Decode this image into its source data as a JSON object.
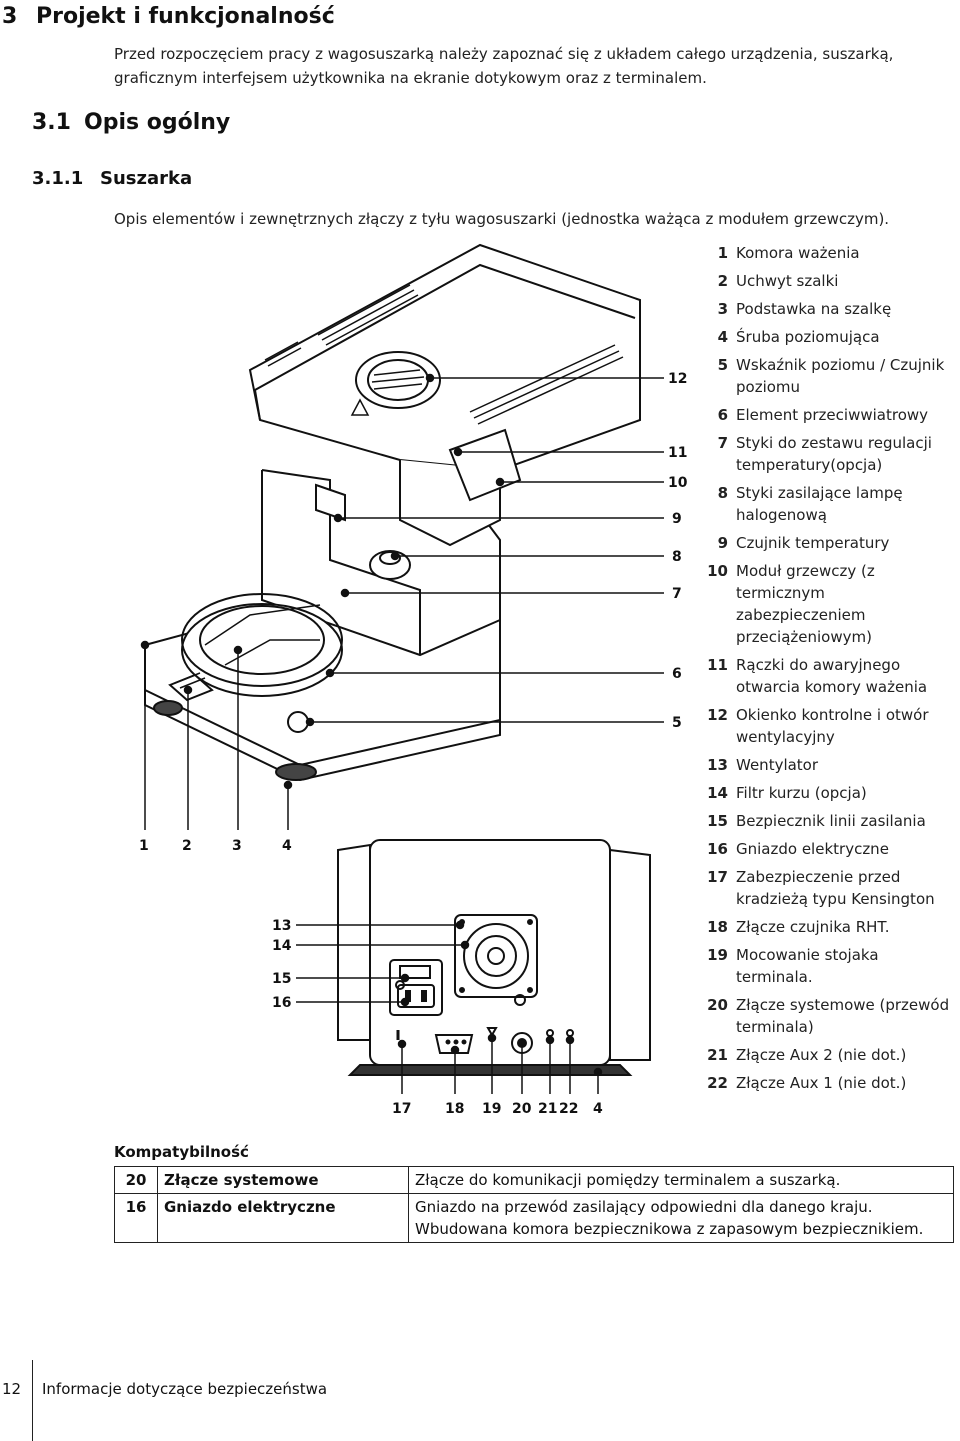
{
  "heading1": {
    "number": "3",
    "title": "Projekt i funkcjonalność"
  },
  "intro": "Przed rozpoczęciem pracy z wagosuszarką należy zapoznać się z układem całego urządzenia, suszarką, graficznym interfejsem użytkownika na ekranie dotykowym oraz z terminalem.",
  "heading2": {
    "number": "3.1",
    "title": "Opis ogólny"
  },
  "heading3": {
    "number": "3.1.1",
    "title": "Suszarka"
  },
  "subintro": "Opis elementów i zewnętrznych złączy z tyłu wagosuszarki (jednostka ważąca z modułem grzewczym).",
  "figure_callouts": {
    "front_left": [
      "1",
      "2",
      "3",
      "4"
    ],
    "front_right": [
      "12",
      "11",
      "10",
      "9",
      "8",
      "7",
      "6",
      "5"
    ],
    "back_left": [
      "13",
      "14",
      "15",
      "16"
    ],
    "back_bottom": [
      "17",
      "18",
      "19",
      "20",
      "21",
      "22",
      "4"
    ]
  },
  "legend": [
    {
      "n": "1",
      "text": "Komora ważenia"
    },
    {
      "n": "2",
      "text": "Uchwyt szalki"
    },
    {
      "n": "3",
      "text": "Podstawka na szalkę"
    },
    {
      "n": "4",
      "text": "Śruba poziomująca"
    },
    {
      "n": "5",
      "text": "Wskaźnik poziomu / Czujnik poziomu"
    },
    {
      "n": "6",
      "text": "Element przeciwwiatrowy"
    },
    {
      "n": "7",
      "text": "Styki do zestawu regulacji temperatury(opcja)"
    },
    {
      "n": "8",
      "text": "Styki zasilające lampę halogenową"
    },
    {
      "n": "9",
      "text": "Czujnik temperatury"
    },
    {
      "n": "10",
      "text": "Moduł grzewczy (z termicznym zabezpieczeniem przeciążeniowym)"
    },
    {
      "n": "11",
      "text": "Rączki do awaryjnego otwarcia komory ważenia"
    },
    {
      "n": "12",
      "text": "Okienko kontrolne i otwór wentylacyjny"
    },
    {
      "n": "13",
      "text": "Wentylator"
    },
    {
      "n": "14",
      "text": "Filtr kurzu (opcja)"
    },
    {
      "n": "15",
      "text": "Bezpiecznik linii zasilania"
    },
    {
      "n": "16",
      "text": "Gniazdo elektryczne"
    },
    {
      "n": "17",
      "text": "Zabezpieczenie przed kradzieżą typu Kensington"
    },
    {
      "n": "18",
      "text": "Złącze czujnika RHT."
    },
    {
      "n": "19",
      "text": "Mocowanie stojaka terminala."
    },
    {
      "n": "20",
      "text": "Złącze systemowe (przewód terminala)"
    },
    {
      "n": "21",
      "text": "Złącze Aux 2 (nie dot.)"
    },
    {
      "n": "22",
      "text": "Złącze Aux 1 (nie dot.)"
    }
  ],
  "compat": {
    "title": "Kompatybilność",
    "rows": [
      {
        "n": "20",
        "name": "Złącze systemowe",
        "desc": "Złącze do komunikacji pomiędzy terminalem a suszarką."
      },
      {
        "n": "16",
        "name": "Gniazdo elektryczne",
        "desc": "Gniazdo na przewód zasilający odpowiedni dla danego kraju. Wbudowana komora bezpiecznikowa z zapasowym bezpiecznikiem."
      }
    ]
  },
  "footer": {
    "page": "12",
    "text": "Informacje dotyczące bezpieczeństwa"
  }
}
